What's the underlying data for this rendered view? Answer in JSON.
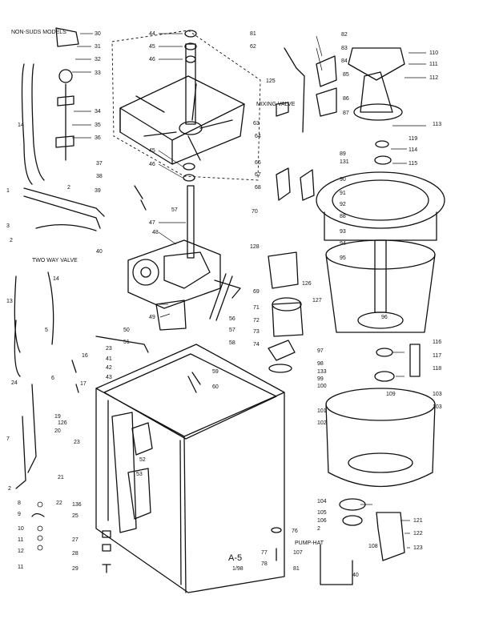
{
  "notes": {
    "non_suds": "NON-SUDS MODELS",
    "mixing_valve": "MIXING VALVE",
    "two_way_valve": "TWO WAY VALVE",
    "pump_hat": "PUMP-HAT",
    "figure_id": "A-5",
    "tiny_code": "1/98"
  },
  "callouts": [
    {
      "id": "c30",
      "text": "30"
    },
    {
      "id": "c31",
      "text": "31"
    },
    {
      "id": "c32",
      "text": "32"
    },
    {
      "id": "c33",
      "text": "33"
    },
    {
      "id": "c34",
      "text": "34"
    },
    {
      "id": "c35",
      "text": "35"
    },
    {
      "id": "c36",
      "text": "36"
    },
    {
      "id": "c14a",
      "text": "14"
    },
    {
      "id": "c1",
      "text": "1"
    },
    {
      "id": "c2a",
      "text": "2"
    },
    {
      "id": "c39",
      "text": "39"
    },
    {
      "id": "c3",
      "text": "3"
    },
    {
      "id": "c2b",
      "text": "2"
    },
    {
      "id": "c40",
      "text": "40"
    },
    {
      "id": "c44",
      "text": "44"
    },
    {
      "id": "c45a",
      "text": "45"
    },
    {
      "id": "c46a",
      "text": "46"
    },
    {
      "id": "c81",
      "text": "81"
    },
    {
      "id": "c62",
      "text": "62"
    },
    {
      "id": "c125",
      "text": "125"
    },
    {
      "id": "c37",
      "text": "37"
    },
    {
      "id": "c38",
      "text": "38"
    },
    {
      "id": "c45b",
      "text": "45"
    },
    {
      "id": "c46b",
      "text": "46"
    },
    {
      "id": "c57a",
      "text": "57"
    },
    {
      "id": "c47",
      "text": "47"
    },
    {
      "id": "c48",
      "text": "48"
    },
    {
      "id": "c49",
      "text": "49"
    },
    {
      "id": "c50",
      "text": "50"
    },
    {
      "id": "c51",
      "text": "51"
    },
    {
      "id": "c56",
      "text": "56"
    },
    {
      "id": "c57b",
      "text": "57"
    },
    {
      "id": "c58",
      "text": "58"
    },
    {
      "id": "c14b",
      "text": "14"
    },
    {
      "id": "c13",
      "text": "13"
    },
    {
      "id": "c5",
      "text": "5"
    },
    {
      "id": "c16",
      "text": "16"
    },
    {
      "id": "c23a",
      "text": "23"
    },
    {
      "id": "c41",
      "text": "41"
    },
    {
      "id": "c42",
      "text": "42"
    },
    {
      "id": "c43",
      "text": "43"
    },
    {
      "id": "c24",
      "text": "24"
    },
    {
      "id": "c6",
      "text": "6"
    },
    {
      "id": "c17",
      "text": "17"
    },
    {
      "id": "c19",
      "text": "19"
    },
    {
      "id": "c126a",
      "text": "126"
    },
    {
      "id": "c20",
      "text": "20"
    },
    {
      "id": "c23b",
      "text": "23"
    },
    {
      "id": "c7",
      "text": "7"
    },
    {
      "id": "c2c",
      "text": "2"
    },
    {
      "id": "c21",
      "text": "21"
    },
    {
      "id": "c22",
      "text": "22"
    },
    {
      "id": "c136",
      "text": "136"
    },
    {
      "id": "c8",
      "text": "8"
    },
    {
      "id": "c9",
      "text": "9"
    },
    {
      "id": "c10",
      "text": "10"
    },
    {
      "id": "c11a",
      "text": "11"
    },
    {
      "id": "c12",
      "text": "12"
    },
    {
      "id": "c11b",
      "text": "11"
    },
    {
      "id": "c25",
      "text": "25"
    },
    {
      "id": "c27",
      "text": "27"
    },
    {
      "id": "c28",
      "text": "28"
    },
    {
      "id": "c29",
      "text": "29"
    },
    {
      "id": "c52",
      "text": "52"
    },
    {
      "id": "c53",
      "text": "53"
    },
    {
      "id": "c59",
      "text": "59"
    },
    {
      "id": "c60",
      "text": "60"
    },
    {
      "id": "c82",
      "text": "82"
    },
    {
      "id": "c83",
      "text": "83"
    },
    {
      "id": "c84",
      "text": "84"
    },
    {
      "id": "c85",
      "text": "85"
    },
    {
      "id": "c86",
      "text": "86"
    },
    {
      "id": "c87",
      "text": "87"
    },
    {
      "id": "c63",
      "text": "63"
    },
    {
      "id": "c64",
      "text": "64"
    },
    {
      "id": "c66",
      "text": "66"
    },
    {
      "id": "c67",
      "text": "67"
    },
    {
      "id": "c68",
      "text": "68"
    },
    {
      "id": "c70",
      "text": "70"
    },
    {
      "id": "c88",
      "text": "88"
    },
    {
      "id": "c89",
      "text": "89"
    },
    {
      "id": "c131",
      "text": "131"
    },
    {
      "id": "c90",
      "text": "90"
    },
    {
      "id": "c91",
      "text": "91"
    },
    {
      "id": "c92",
      "text": "92"
    },
    {
      "id": "c93",
      "text": "93"
    },
    {
      "id": "c94",
      "text": "94"
    },
    {
      "id": "c95",
      "text": "95"
    },
    {
      "id": "c96",
      "text": "96"
    },
    {
      "id": "c126b",
      "text": "126"
    },
    {
      "id": "c127",
      "text": "127"
    },
    {
      "id": "c128",
      "text": "128"
    },
    {
      "id": "c69",
      "text": "69"
    },
    {
      "id": "c71",
      "text": "71"
    },
    {
      "id": "c72",
      "text": "72"
    },
    {
      "id": "c73",
      "text": "73"
    },
    {
      "id": "c74",
      "text": "74"
    },
    {
      "id": "c97",
      "text": "97"
    },
    {
      "id": "c98",
      "text": "98"
    },
    {
      "id": "c133",
      "text": "133"
    },
    {
      "id": "c99",
      "text": "99"
    },
    {
      "id": "c100",
      "text": "100"
    },
    {
      "id": "c110",
      "text": "110"
    },
    {
      "id": "c111",
      "text": "111"
    },
    {
      "id": "c112",
      "text": "112"
    },
    {
      "id": "c113",
      "text": "113"
    },
    {
      "id": "c119",
      "text": "119"
    },
    {
      "id": "c114",
      "text": "114"
    },
    {
      "id": "c115",
      "text": "115"
    },
    {
      "id": "c116",
      "text": "116"
    },
    {
      "id": "c117",
      "text": "117"
    },
    {
      "id": "c118",
      "text": "118"
    },
    {
      "id": "c101",
      "text": "101"
    },
    {
      "id": "c102",
      "text": "102"
    },
    {
      "id": "c103a",
      "text": "103"
    },
    {
      "id": "c103b",
      "text": "103"
    },
    {
      "id": "c109",
      "text": "109"
    },
    {
      "id": "c104",
      "text": "104"
    },
    {
      "id": "c105",
      "text": "105"
    },
    {
      "id": "c106",
      "text": "106"
    },
    {
      "id": "c2d",
      "text": "2"
    },
    {
      "id": "c107",
      "text": "107"
    },
    {
      "id": "c108",
      "text": "108"
    },
    {
      "id": "c40b",
      "text": "40"
    },
    {
      "id": "c81b",
      "text": "81"
    },
    {
      "id": "c121",
      "text": "121"
    },
    {
      "id": "c122",
      "text": "122"
    },
    {
      "id": "c123",
      "text": "123"
    },
    {
      "id": "c76",
      "text": "76"
    },
    {
      "id": "c77",
      "text": "77"
    },
    {
      "id": "c78",
      "text": "78"
    }
  ]
}
